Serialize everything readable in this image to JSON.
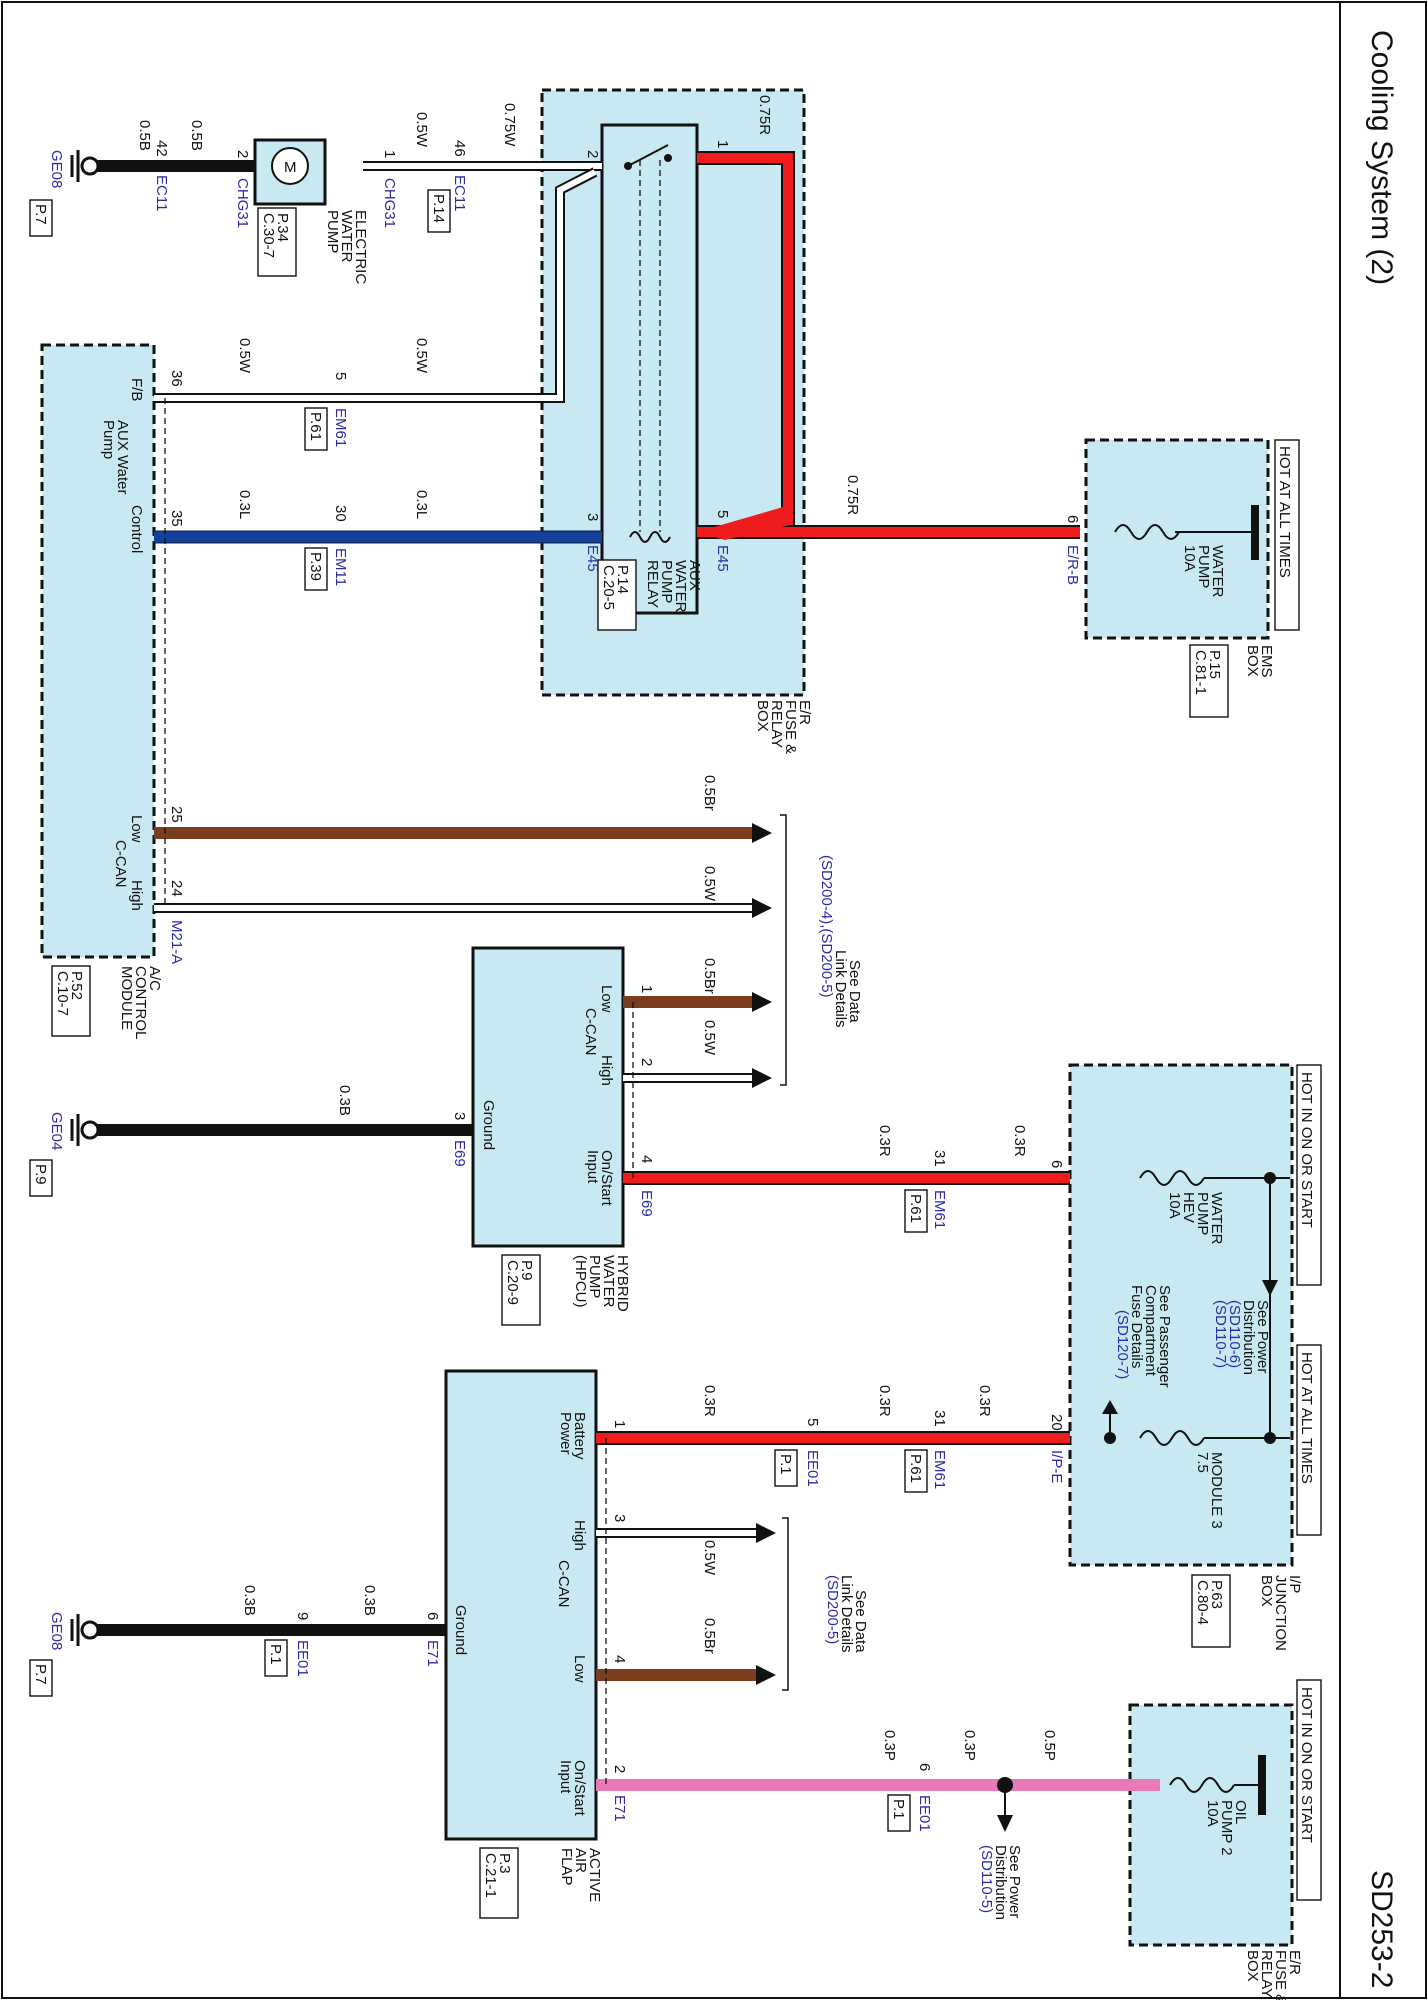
{
  "title": "Cooling System (2)",
  "page_code": "SD253-2",
  "colors": {
    "red": "#ee1c1c",
    "blue": "#14409a",
    "brown": "#7a3e1e",
    "pink": "#e97ab8",
    "black": "#111111",
    "box_fill": "#c8e9f1",
    "link_blue": "#2b2ba6"
  },
  "banners": {
    "hot_at_all_times_top": "HOT AT ALL TIMES",
    "hot_in_on_or_start_mid": "HOT IN ON OR START",
    "hot_at_all_times_mid": "HOT AT ALL TIMES",
    "hot_in_on_or_start_bottom": "HOT IN ON OR START"
  },
  "components": {
    "ems_box": {
      "name_l1": "EMS",
      "name_l2": "BOX",
      "ref_l1": "P.15",
      "ref_l2": "C.81-1",
      "fuse_l1": "WATER",
      "fuse_l2": "PUMP",
      "fuse_l3": "10A",
      "connector": "E/R-B",
      "pin": "6"
    },
    "er_fuse_relay_box": {
      "l1": "E/R",
      "l2": "FUSE &",
      "l3": "RELAY",
      "l4": "BOX"
    },
    "aux_relay": {
      "l1": "AUX",
      "l2": "WATER",
      "l3": "PUMP",
      "l4": "RELAY",
      "ref_l1": "P.14",
      "ref_l2": "C.20-5",
      "conn_a": "E45",
      "conn_b": "E45",
      "pin1": "1",
      "pin2": "2",
      "pin3": "3",
      "pin5": "5"
    },
    "electric_water_pump": {
      "l1": "ELECTRIC",
      "l2": "WATER",
      "l3": "PUMP",
      "ref_l1": "P.34",
      "ref_l2": "C.30-7",
      "motor": "M",
      "pin1": "1",
      "pin2": "2",
      "conn_a": "CHG31",
      "conn_b": "CHG31"
    },
    "ac_control_module": {
      "l1": "A/C",
      "l2": "CONTROL",
      "l3": "MODULE",
      "ref_l1": "P.52",
      "ref_l2": "C.10-7",
      "conn": "M21-A",
      "aux_l1": "AUX Water",
      "aux_l2": "Pump",
      "fb": "F/B",
      "control": "Control",
      "low": "Low",
      "ccan": "C-CAN",
      "high": "High",
      "pin36": "36",
      "pin35": "35",
      "pin25": "25",
      "pin24": "24"
    },
    "hpcu": {
      "l1": "HYBRID",
      "l2": "WATER",
      "l3": "PUMP",
      "l4": "(HPCU)",
      "ref_l1": "P.9",
      "ref_l2": "C.20-9",
      "conn_a": "E69",
      "conn_b": "E69",
      "low": "Low",
      "ccan": "C-CAN",
      "high": "High",
      "ground": "Ground",
      "onstart_l1": "On/Start",
      "onstart_l2": "Input",
      "pin1": "1",
      "pin2": "2",
      "pin3": "3",
      "pin4": "4"
    },
    "ip_junction_box": {
      "l1": "I/P",
      "l2": "JUNCTION",
      "l3": "BOX",
      "ref_l1": "P.63",
      "ref_l2": "C.80-4",
      "fuse1_l1": "WATER",
      "fuse1_l2": "PUMP",
      "fuse1_l3": "HEV",
      "fuse1_l4": "10A",
      "fuse2_l1": "MODULE 3",
      "fuse2_l2": "7.5",
      "conn": "I/P-E",
      "pin6": "6",
      "pin20": "20"
    },
    "active_air_flap": {
      "l1": "ACTIVE",
      "l2": "AIR",
      "l3": "FLAP",
      "ref_l1": "P.3",
      "ref_l2": "C.21-1",
      "conn_a": "E71",
      "conn_b": "E71",
      "battery_l1": "Battery",
      "battery_l2": "Power",
      "high": "High",
      "ccan": "C-CAN",
      "low": "Low",
      "ground": "Ground",
      "onstart_l1": "On/Start",
      "onstart_l2": "Input",
      "pin1": "1",
      "pin2": "2",
      "pin3": "3",
      "pin4": "4",
      "pin6": "6"
    },
    "er_fuse_relay_box_2": {
      "l1": "E/R",
      "l2": "FUSE &",
      "l3": "RELAY",
      "l4": "BOX",
      "fuse_l1": "OIL",
      "fuse_l2": "PUMP 2",
      "fuse_l3": "10A"
    }
  },
  "wires": {
    "w075r_a": "0.75R",
    "w075r_b": "0.75R",
    "w075w": "0.75W",
    "w05w_a": "0.5W",
    "w05w_b": "0.5W",
    "w05b_a": "0.5B",
    "w05b_b": "0.5B",
    "w05w_fb1": "0.5W",
    "w05w_fb2": "0.5W",
    "w03l_a": "0.3L",
    "w03l_b": "0.3L",
    "w05br_1": "0.5Br",
    "w05w_2": "0.5W",
    "w05br_3": "0.5Br",
    "w05w_4": "0.5W",
    "w03b_hp": "0.3B",
    "w03r_1": "0.3R",
    "w03r_2": "0.3R",
    "w03r_3": "0.3R",
    "w03r_4": "0.3R",
    "w03r_5": "0.3R",
    "w03b_1": "0.3B",
    "w03b_2": "0.3B",
    "w05w_5": "0.5W",
    "w05br_6": "0.5Br",
    "w05p": "0.5P",
    "w03p_1": "0.3P",
    "w03p_2": "0.3P"
  },
  "connectors": {
    "ec11_a": "EC11",
    "ec11_b": "EC11",
    "ec11_ref": "P.14",
    "pin46": "46",
    "pin42": "42",
    "em61_a": "EM61",
    "em61_a_ref": "P.61",
    "pin5_em61": "5",
    "em11": "EM11",
    "em11_ref": "P.39",
    "pin30": "30",
    "em61_b": "EM61",
    "em61_b_ref": "P.61",
    "pin31_b": "31",
    "em61_c": "EM61",
    "em61_c_ref": "P.61",
    "pin31_c": "31",
    "ee01_a": "EE01",
    "ee01_a_ref": "P.1",
    "pin5_ee01": "5",
    "ee01_b": "EE01",
    "ee01_b_ref": "P.1",
    "pin9": "9",
    "ee01_c": "EE01",
    "ee01_c_ref": "P.1",
    "pin6_ee01": "6"
  },
  "grounds": {
    "ge08_top": "GE08",
    "ge08_top_ref": "P.7",
    "ge04": "GE04",
    "ge04_ref": "P.9",
    "ge08_bottom": "GE08",
    "ge08_bottom_ref": "P.7"
  },
  "notes": {
    "data_link_1_l1": "See Data",
    "data_link_1_l2": "Link Details",
    "data_link_1_l3": "(SD200-4),(SD200-5)",
    "data_link_2_l1": "See Data",
    "data_link_2_l2": "Link Details",
    "data_link_2_l3": "(SD200-5)",
    "power_dist_1_l1": "See Power",
    "power_dist_1_l2": "Distribution",
    "power_dist_1_l3": "(SD110-6)",
    "power_dist_1_l4": "(SD110-7)",
    "pass_fuse_l1": "See Passenger",
    "pass_fuse_l2": "Compartment",
    "pass_fuse_l3": "Fuse Details",
    "pass_fuse_l4": "(SD120-7)",
    "power_dist_2_l1": "See Power",
    "power_dist_2_l2": "Distribution",
    "power_dist_2_l3": "(SD110-5)"
  }
}
